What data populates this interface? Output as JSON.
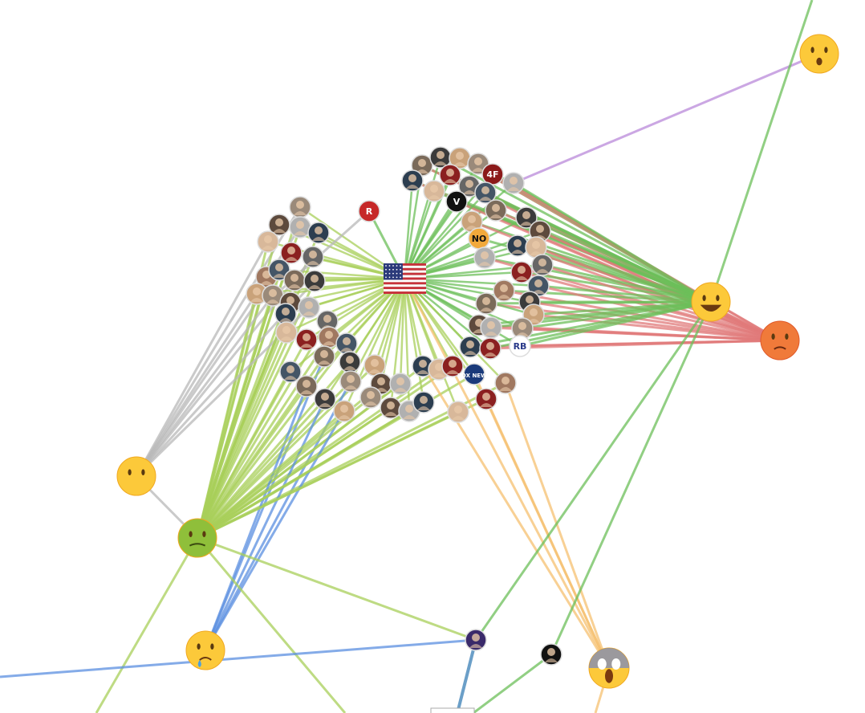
{
  "graph": {
    "hubs": [
      {
        "id": "flag",
        "icon": "us-flag-icon"
      },
      {
        "id": "astonished",
        "icon": "astonished-face-icon",
        "edge_color": "#b98ad9"
      },
      {
        "id": "grinning",
        "icon": "grinning-face-icon",
        "edge_color": "#6cbf5a"
      },
      {
        "id": "angry",
        "icon": "angry-face-icon",
        "edge_color": "#e07a7a"
      },
      {
        "id": "neutral",
        "icon": "face-without-mouth-icon",
        "edge_color": "#b8b8b8"
      },
      {
        "id": "nauseated",
        "icon": "nauseated-face-icon",
        "edge_color": "#a8cf5a"
      },
      {
        "id": "sad",
        "icon": "sad-sweat-face-icon",
        "edge_color": "#5b8fe0"
      },
      {
        "id": "scream",
        "icon": "screaming-face-icon",
        "edge_color": "#f6c070"
      }
    ],
    "logo_labels": [
      "R",
      "4F",
      "V",
      "NO",
      "FOX NEWS",
      "RB"
    ]
  }
}
